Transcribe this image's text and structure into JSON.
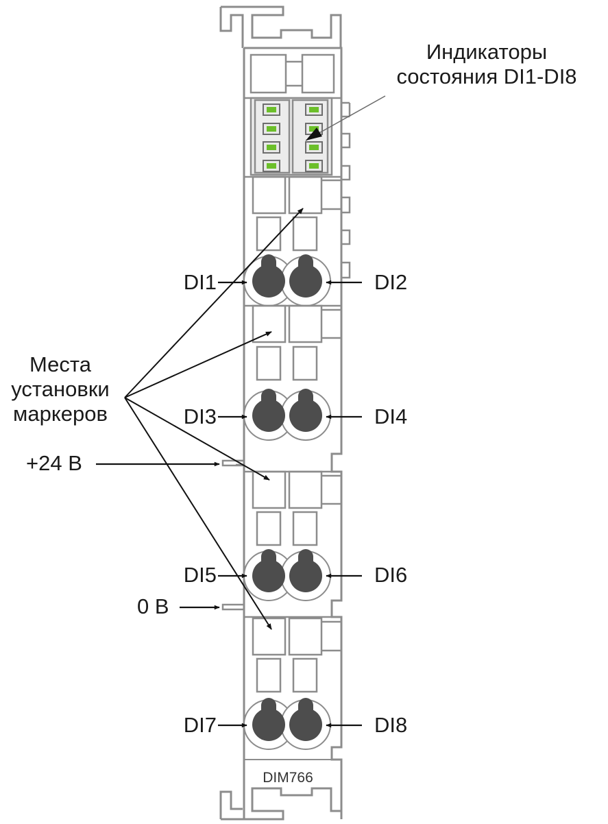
{
  "module": {
    "name": "DIM766"
  },
  "callouts": {
    "status_leds": [
      "Индикаторы",
      "состояния DI1-DI8"
    ],
    "marker_places": [
      "Места",
      "установки",
      "маркеров"
    ]
  },
  "power": {
    "plus": "+24 В",
    "zero": "0 В"
  },
  "channels": {
    "di1": "DI1",
    "di2": "DI2",
    "di3": "DI3",
    "di4": "DI4",
    "di5": "DI5",
    "di6": "DI6",
    "di7": "DI7",
    "di8": "DI8"
  },
  "colors": {
    "module_outline": "#8c8c8c",
    "terminal_fill": "#4d4d4d",
    "led_on": "#6cbf2a",
    "led_panel": "#e8e8e8",
    "arrow": "#111111"
  }
}
